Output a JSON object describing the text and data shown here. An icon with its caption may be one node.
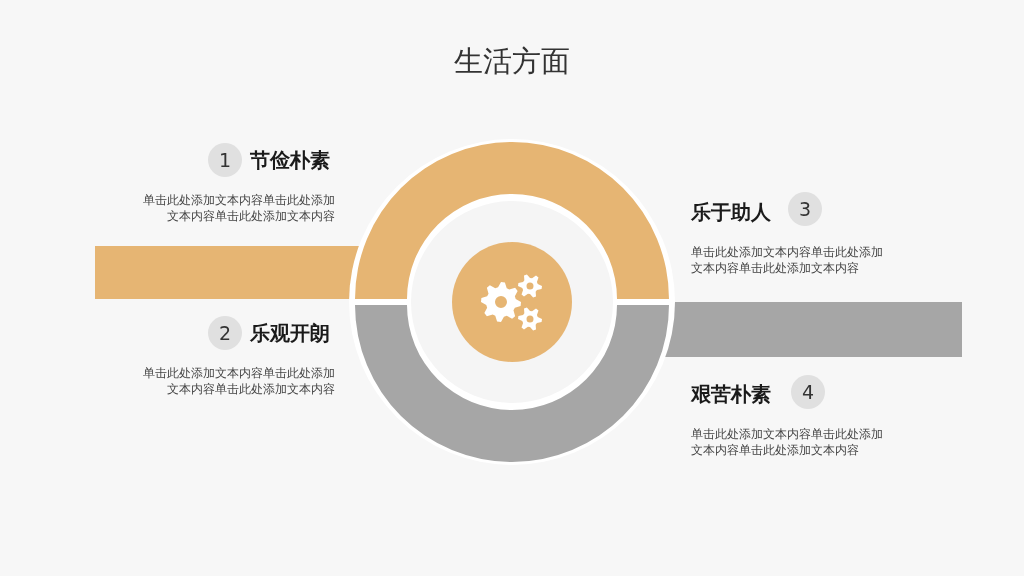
{
  "diagram": {
    "title": "生活方面",
    "nodes": [
      {
        "text": [
          "1"
        ],
        "beside": [
          "节俭朴素",
          "单击此处添加文本内容单击此处添加文本内容单击此处添加文本内容"
        ]
      },
      {
        "text": [
          "2"
        ],
        "beside": [
          "乐观开朗",
          "单击此处添加文本内容单击此处添加文本内容单击此处添加文本内容"
        ]
      },
      {
        "text": [
          "3"
        ],
        "beside": [
          "乐于助人",
          "单击此处添加文本内容单击此处添加文本内容单击此处添加文本内容"
        ]
      },
      {
        "text": [
          "4"
        ],
        "beside": [
          "艰苦朴素",
          "单击此处添加文本内容单击此处添加文本内容单击此处添加文本内容"
        ]
      }
    ]
  }
}
